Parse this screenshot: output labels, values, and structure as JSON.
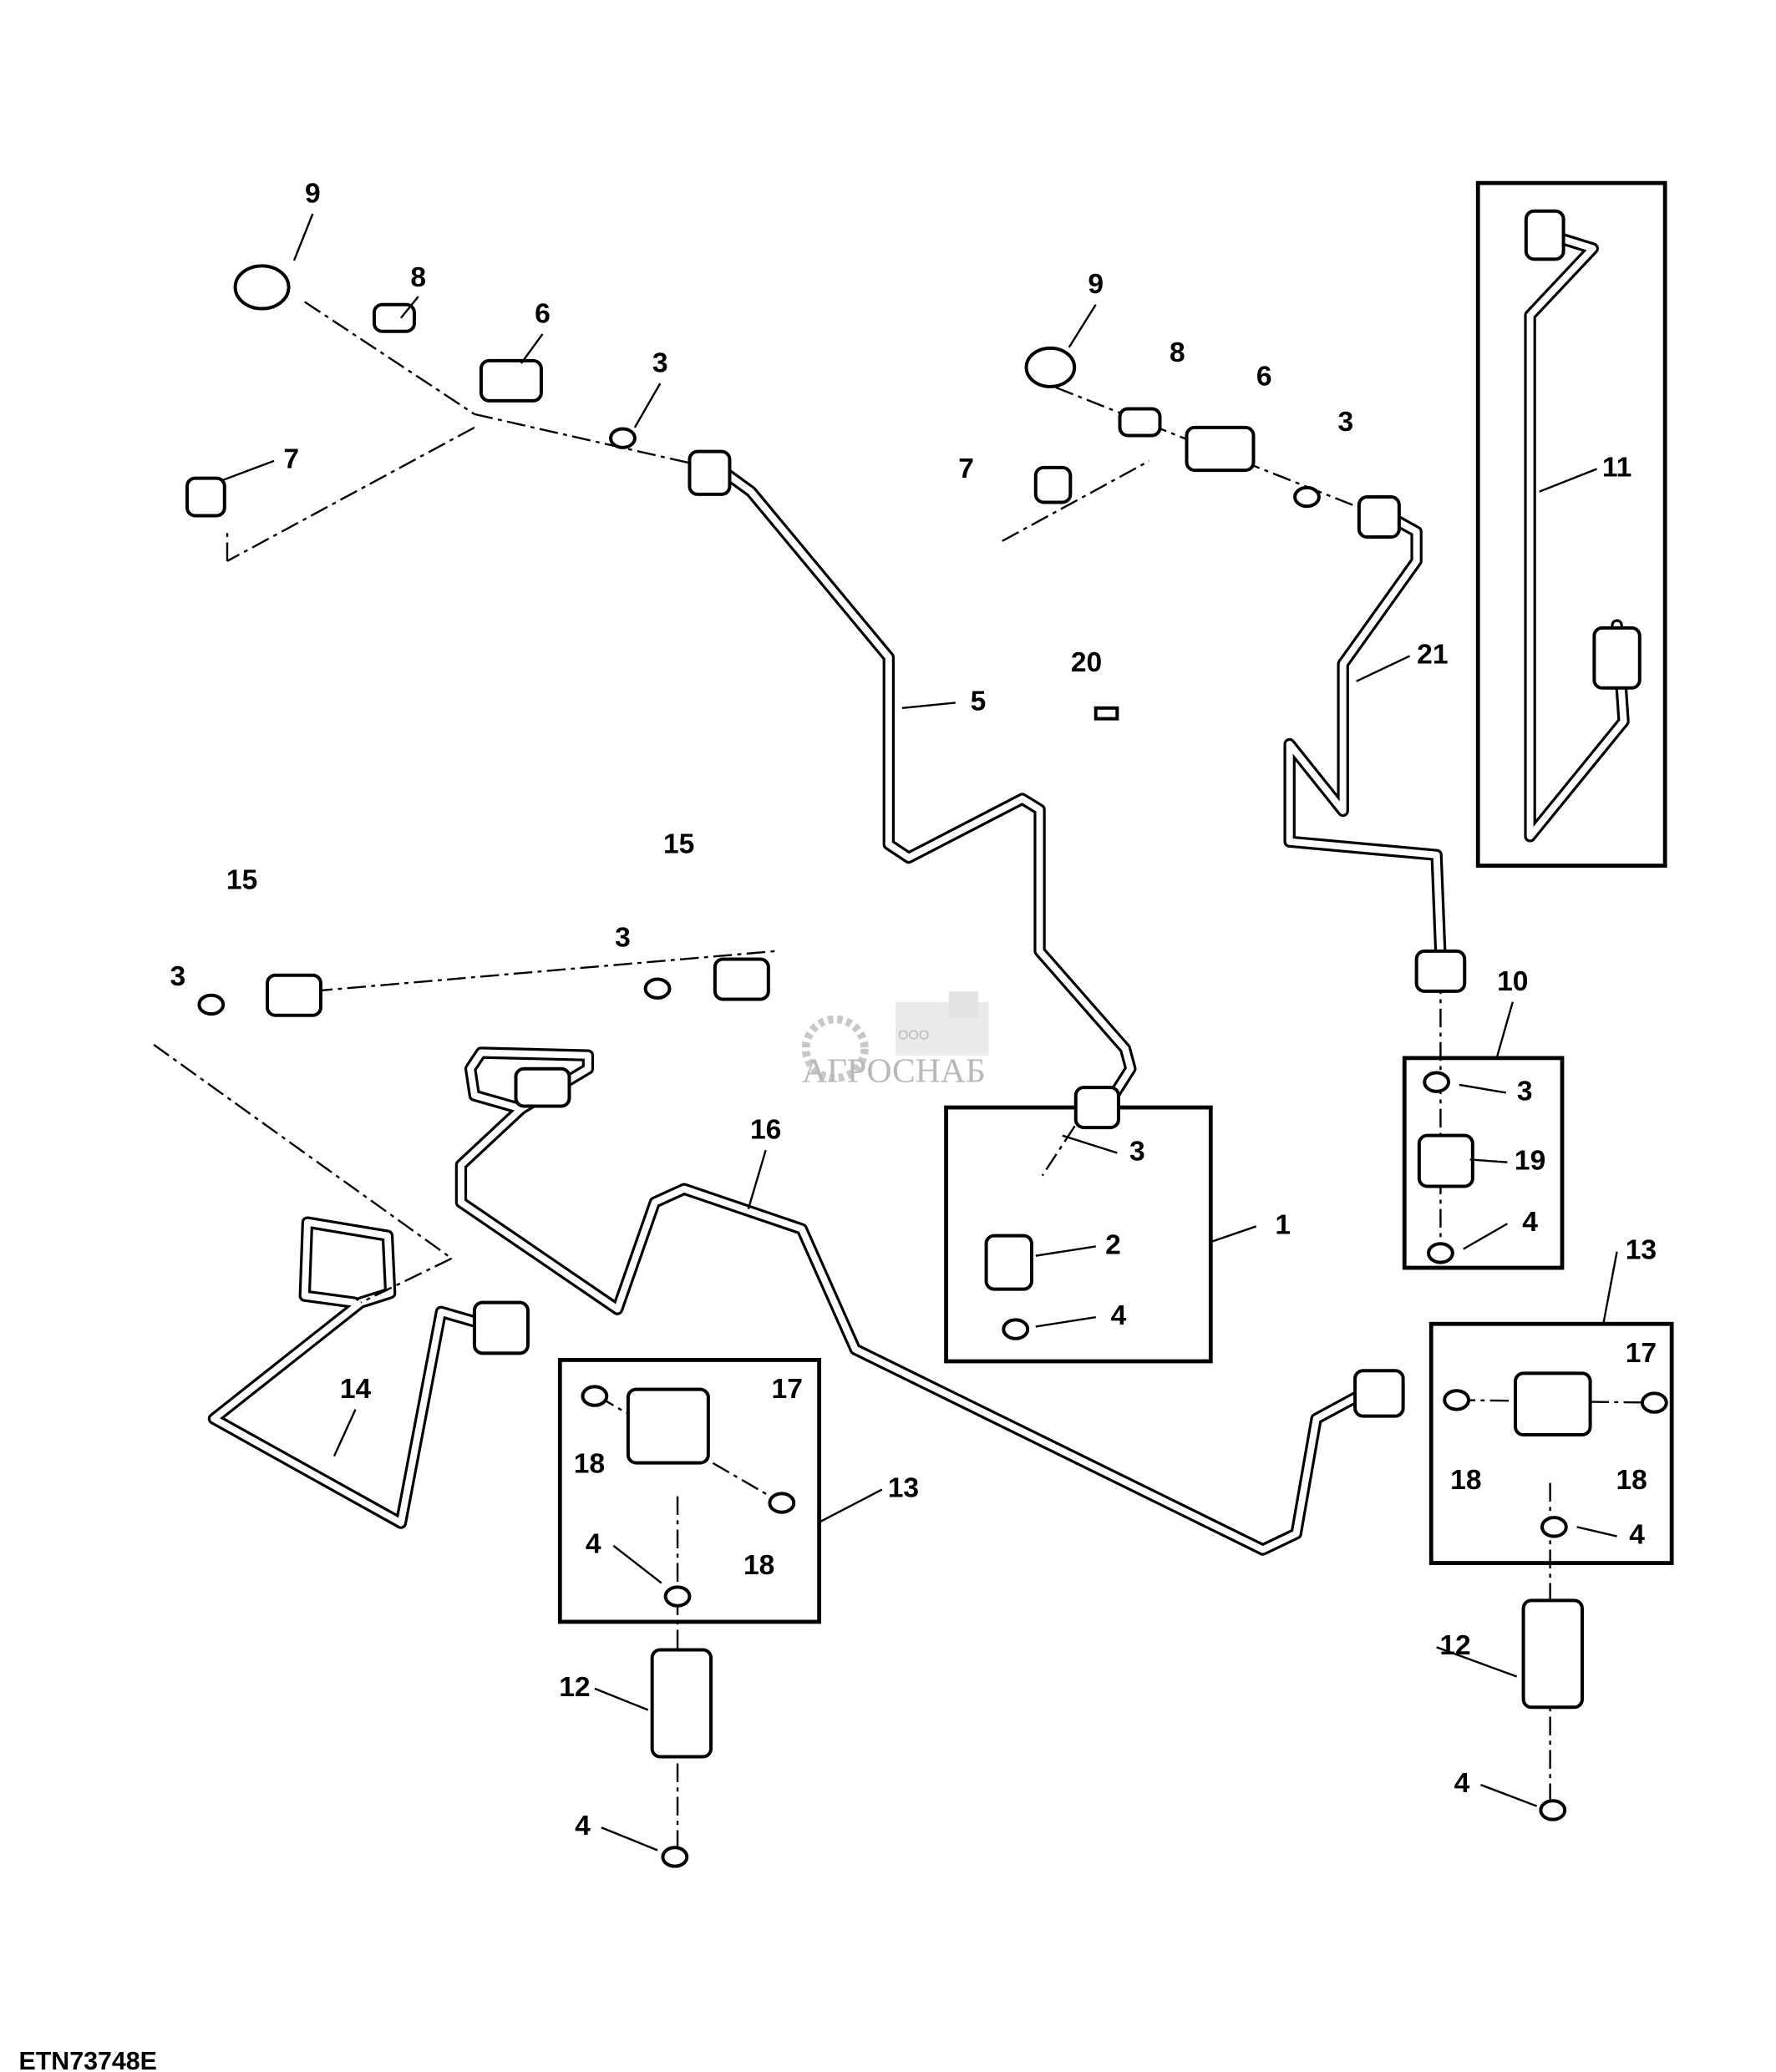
{
  "figure_code": "ETN73748E",
  "watermark": {
    "prefix": "ООО",
    "name": "АГРОСНАБ"
  },
  "callouts": [
    "9",
    "8",
    "6",
    "3",
    "7",
    "9",
    "8",
    "6",
    "3",
    "7",
    "11",
    "20",
    "5",
    "21",
    "15",
    "15",
    "3",
    "3",
    "10",
    "16",
    "3",
    "3",
    "19",
    "1",
    "2",
    "4",
    "4",
    "13",
    "14",
    "17",
    "17",
    "13",
    "18",
    "18",
    "18",
    "4",
    "18",
    "4",
    "12",
    "12",
    "4",
    "4"
  ]
}
